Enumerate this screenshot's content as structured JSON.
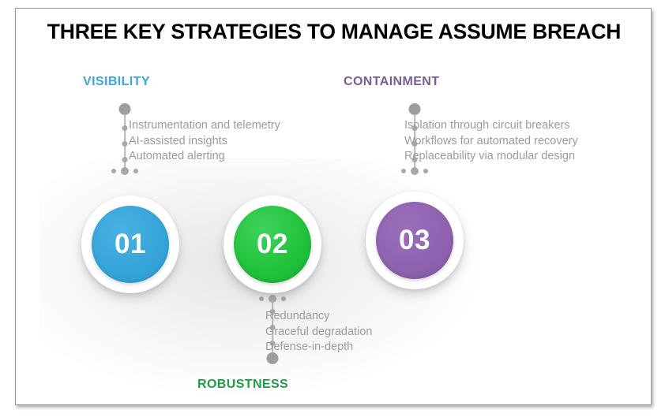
{
  "title": "THREE KEY STRATEGIES TO MANAGE ASSUME BREACH",
  "sections": [
    {
      "id": "visibility",
      "heading": "VISIBILITY",
      "badge": "01",
      "color": "#3AA7DC",
      "heading_color": "#3AA7DC",
      "position": "top",
      "bullets": [
        "Instrumentation and telemetry",
        "AI-assisted insights",
        "Automated alerting"
      ]
    },
    {
      "id": "robustness",
      "heading": "ROBUSTNESS",
      "badge": "02",
      "color": "#22C33C",
      "heading_color": "#1E9E46",
      "position": "bottom",
      "bullets": [
        "Redundancy",
        "Graceful degradation",
        "Defense-in-depth"
      ]
    },
    {
      "id": "containment",
      "heading": "CONTAINMENT",
      "badge": "03",
      "color": "#9063B0",
      "heading_color": "#7A5C96",
      "position": "top",
      "bullets": [
        "Isolation through circuit breakers",
        "Workflows for automated recovery",
        "Replaceability via modular design"
      ]
    }
  ]
}
